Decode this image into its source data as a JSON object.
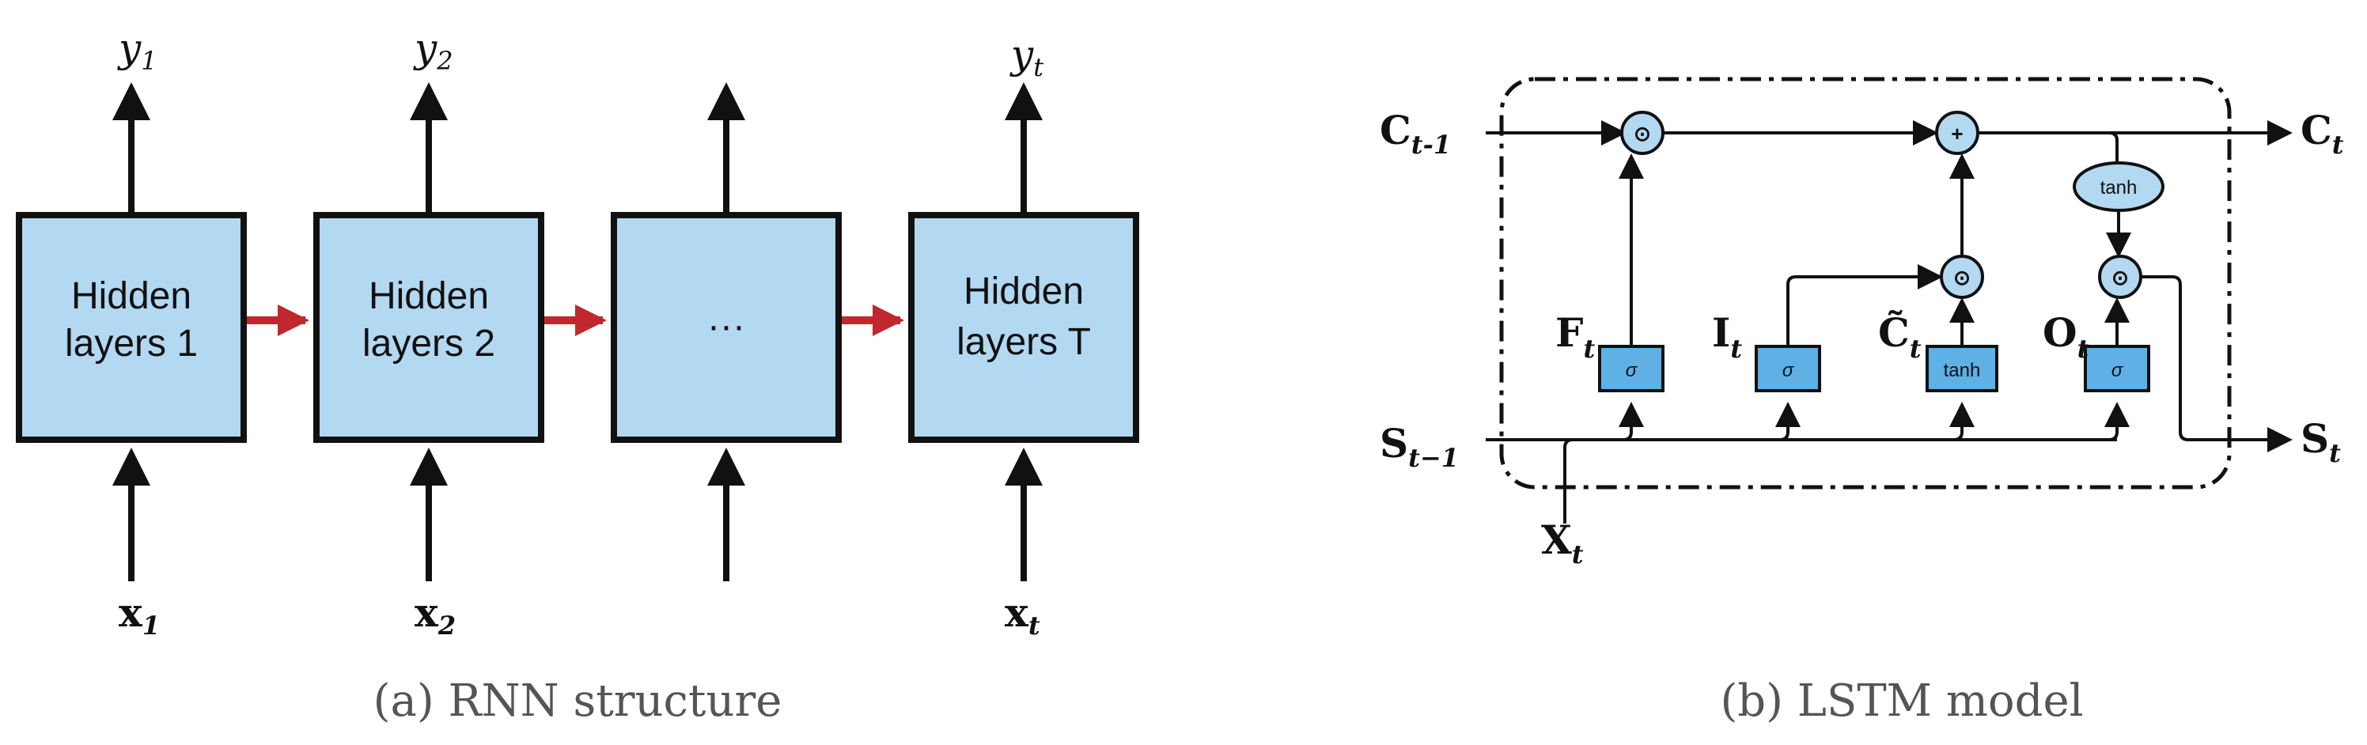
{
  "rnn": {
    "caption": "(a) RNN structure",
    "cells": [
      {
        "line1": "Hidden",
        "line2": "layers 1",
        "output": "y",
        "output_sub": "1",
        "input": "x",
        "input_sub": "1"
      },
      {
        "line1": "Hidden",
        "line2": "layers 2",
        "output": "y",
        "output_sub": "2",
        "input": "x",
        "input_sub": "2"
      },
      {
        "line1": "···",
        "line2": "",
        "output": "",
        "output_sub": "",
        "input": "",
        "input_sub": ""
      },
      {
        "line1": "Hidden",
        "line2": "layers T",
        "output": "y",
        "output_sub": "t",
        "input": "x",
        "input_sub": "t"
      }
    ]
  },
  "lstm": {
    "caption": "(b) LSTM model",
    "c_in": {
      "main": "C",
      "sub": "t-1"
    },
    "c_out": {
      "main": "C",
      "sub": "t"
    },
    "s_in": {
      "main": "S",
      "sub": "t−1"
    },
    "s_out": {
      "main": "S",
      "sub": "t"
    },
    "x_in": {
      "main": "X",
      "sub": "t"
    },
    "gates": [
      {
        "main": "F",
        "sub": "t",
        "op": "σ"
      },
      {
        "main": "I",
        "sub": "t",
        "op": "σ"
      },
      {
        "main": "C̃",
        "sub": "t",
        "op": "tanh"
      },
      {
        "main": "O",
        "sub": "t",
        "op": "σ"
      }
    ],
    "ops": {
      "mult": "⊙",
      "add": "+",
      "tanh": "tanh"
    }
  },
  "colors": {
    "box_fill": "#b3d8f1",
    "gate_fill": "#5eb0e5",
    "arrow_red": "#c0282d",
    "stroke": "#111111"
  }
}
